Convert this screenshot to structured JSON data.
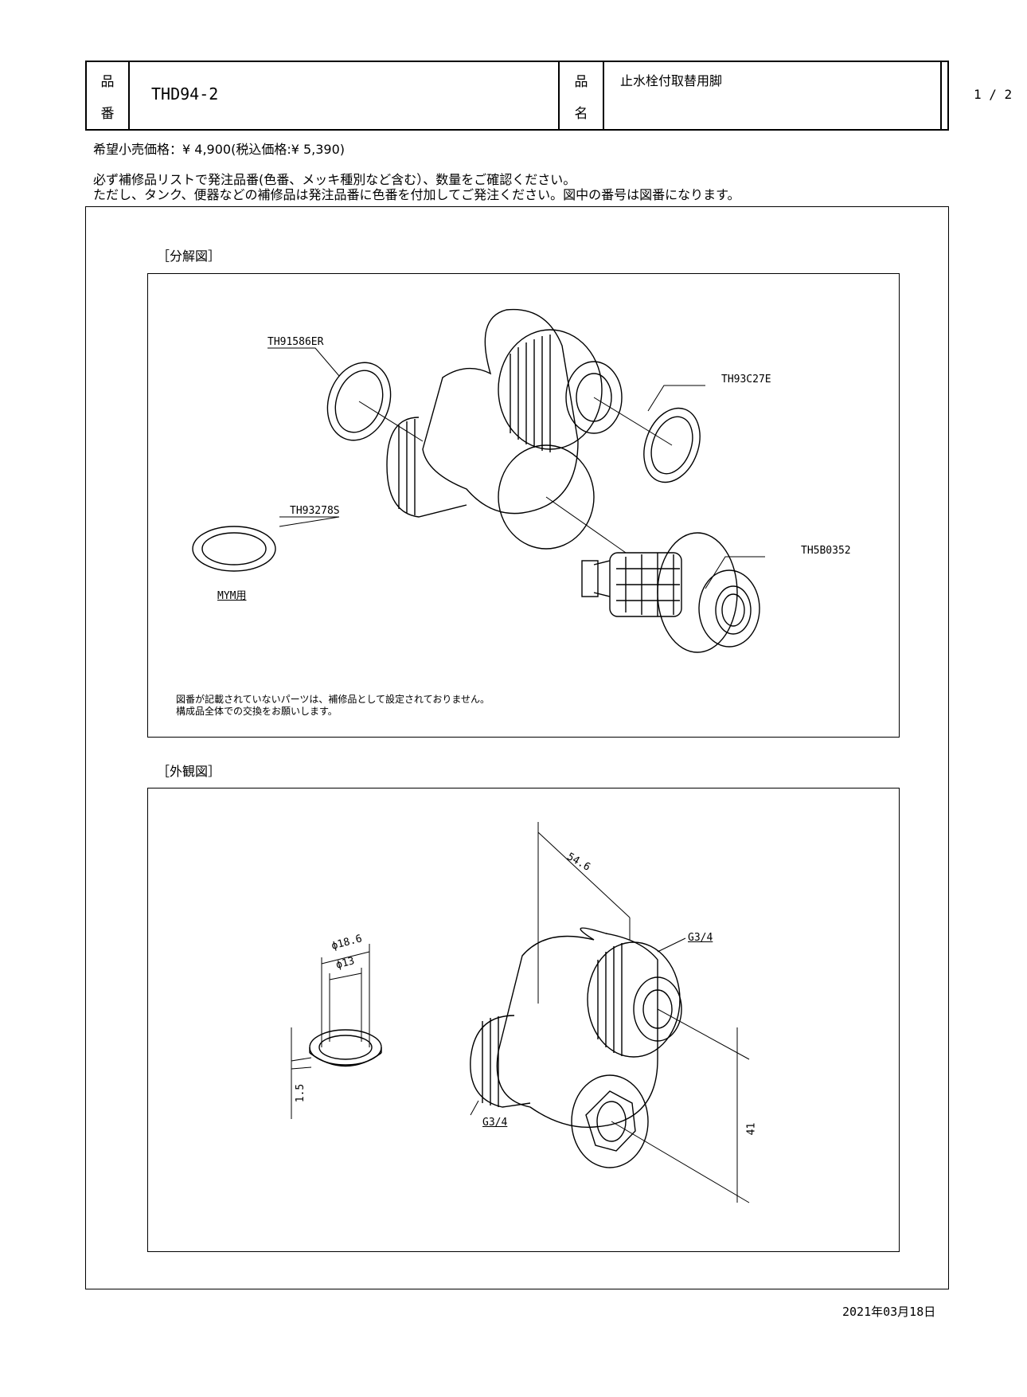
{
  "header": {
    "part_no_label_top": "品",
    "part_no_label_bottom": "番",
    "part_no": "THD94-2",
    "name_label_top": "品",
    "name_label_bottom": "名",
    "part_name": "止水栓付取替用脚",
    "page": "1 / 2"
  },
  "price_line": "希望小売価格：¥ 4,900(税込価格:¥ 5,390)",
  "notes": [
    "必ず補修品リストで発注品番(色番、メッキ種別など含む）、数量をご確認ください。",
    "ただし、タンク、便器などの補修品は発注品番に色番を付加してご発注ください。図中の番号は図番になります。"
  ],
  "exploded": {
    "section_label": "［分解図］",
    "parts": {
      "p1": "TH91586ER",
      "p2": "TH93C27E",
      "p3": "TH93278S",
      "p4": "TH5B0352",
      "note_mym": "MYM用"
    },
    "footnote_1": "図番が記載されていないパーツは、補修品として設定されておりません。",
    "footnote_2": "構成品全体での交換をお願いします。"
  },
  "appearance": {
    "section_label": "［外観図］",
    "dims": {
      "length": "54.6",
      "outer_dia": "ϕ18.6",
      "inner_dia": "ϕ13",
      "thickness": "1.5",
      "height": "41",
      "thread_top": "G3/4",
      "thread_left": "G3/4"
    }
  },
  "date": "2021年03月18日"
}
